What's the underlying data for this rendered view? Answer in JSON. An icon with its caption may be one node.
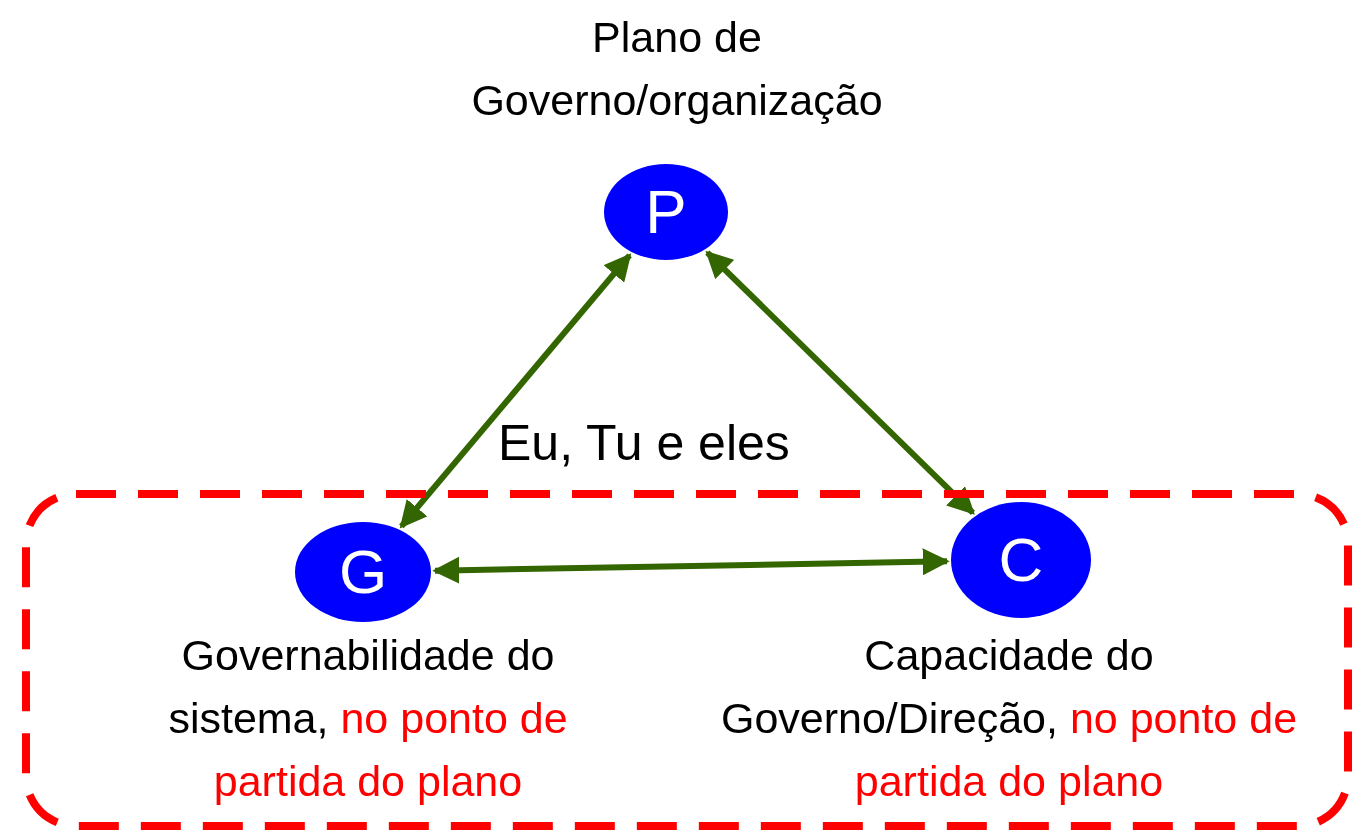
{
  "diagram": {
    "nodes": [
      {
        "text": [
          "P"
        ],
        "beside": [
          "Plano de Governo/organização"
        ]
      },
      {
        "text": [
          "Eu, Tu e eles"
        ]
      },
      {
        "text": [
          "G"
        ],
        "in": 1,
        "beside": [
          "Governabilidade do sistema,",
          "no ponto de partida do plano"
        ]
      },
      {
        "text": [
          "C"
        ],
        "in": 1,
        "beside": [
          "Capacidade do Governo/Direção,",
          "no ponto de partida do plano"
        ]
      }
    ],
    "edges": [
      {
        "from": 2,
        "to": 0,
        "arrow": "both"
      },
      {
        "from": 3,
        "to": 0,
        "arrow": "both"
      },
      {
        "from": 2,
        "to": 3,
        "arrow": "both"
      }
    ]
  }
}
